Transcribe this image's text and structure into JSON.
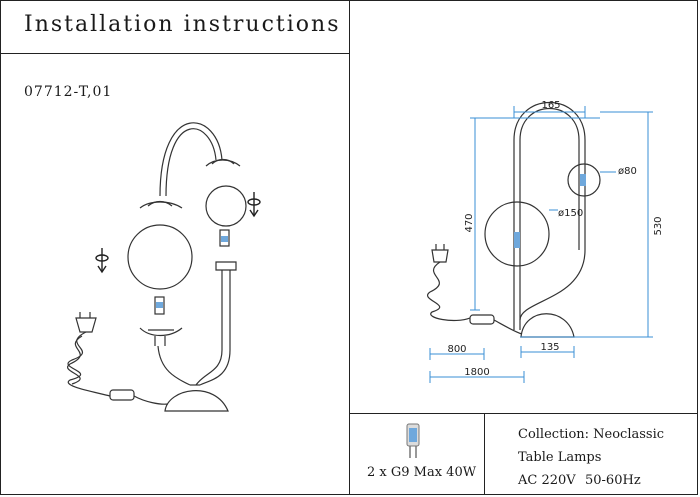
{
  "header": {
    "title": "Installation instructions"
  },
  "model_code": "07712-T,01",
  "dimensions": {
    "top_width": "165",
    "small_shade": "ø80",
    "large_shade": "ø150",
    "body_height": "470",
    "total_height": "530",
    "cable_part": "800",
    "base_width": "135",
    "cable_total": "1800"
  },
  "specs": {
    "bulb": "2 x G9 Max 40W",
    "collection": "Collection: Neoclassic",
    "category": "Table Lamps",
    "voltage": "AC 220V",
    "frequency": "50-60Hz"
  },
  "colors": {
    "dimension_line": "#3a8fd6",
    "drawing": "#333333",
    "led": "#6fa8dc"
  }
}
